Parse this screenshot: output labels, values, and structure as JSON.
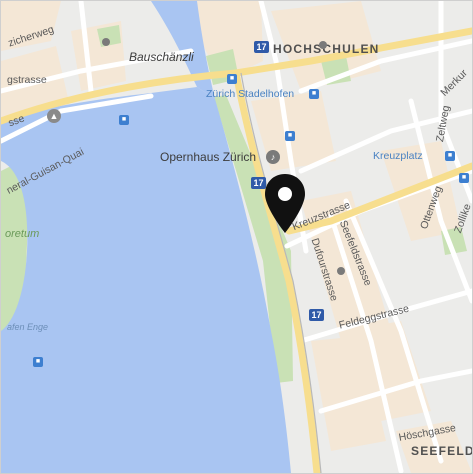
{
  "labels": {
    "bauschaenzli": "Bauschänzli",
    "hochschulen": "HOCHSCHULEN",
    "stadelhofen": "Zürich Stadelhofen",
    "opernhaus": "Opernhaus Zürich",
    "kreuzplatz": "Kreuzplatz",
    "seefeld": "SEEFELD",
    "kreuzstrasse": "Kreuzstrasse",
    "dufourstrasse": "Dufourstrasse",
    "seefeldstrasse": "Seefeldstrasse",
    "feldeggstrasse": "Feldeggstrasse",
    "hoeschgasse": "Höschgasse",
    "ottenweg": "Ottenweg",
    "zeltweg": "Zeltweg",
    "merkur": "Merkur",
    "zollikerstr": "Zollike",
    "general_guisan": "neral-Guisan-Quai",
    "zicherweg": "zicherweg",
    "gstrasse": "gstrasse",
    "strasse_left": "sse",
    "oretum": "oretum",
    "hafen_enge": "afen Enge"
  },
  "route_number": "17",
  "icons": {
    "pin": "location-pin-icon",
    "train": "train-station-icon",
    "tram": "tram-stop-icon",
    "museum": "museum-icon",
    "opera": "opera-icon",
    "ferry": "ferry-icon"
  },
  "colors": {
    "water": "#a9c5f2",
    "land": "#ececea",
    "block": "#f4e7d6",
    "park": "#c9e1b5",
    "road": "#ffffff",
    "main_road": "#f7de8e",
    "marker": "#111111"
  }
}
